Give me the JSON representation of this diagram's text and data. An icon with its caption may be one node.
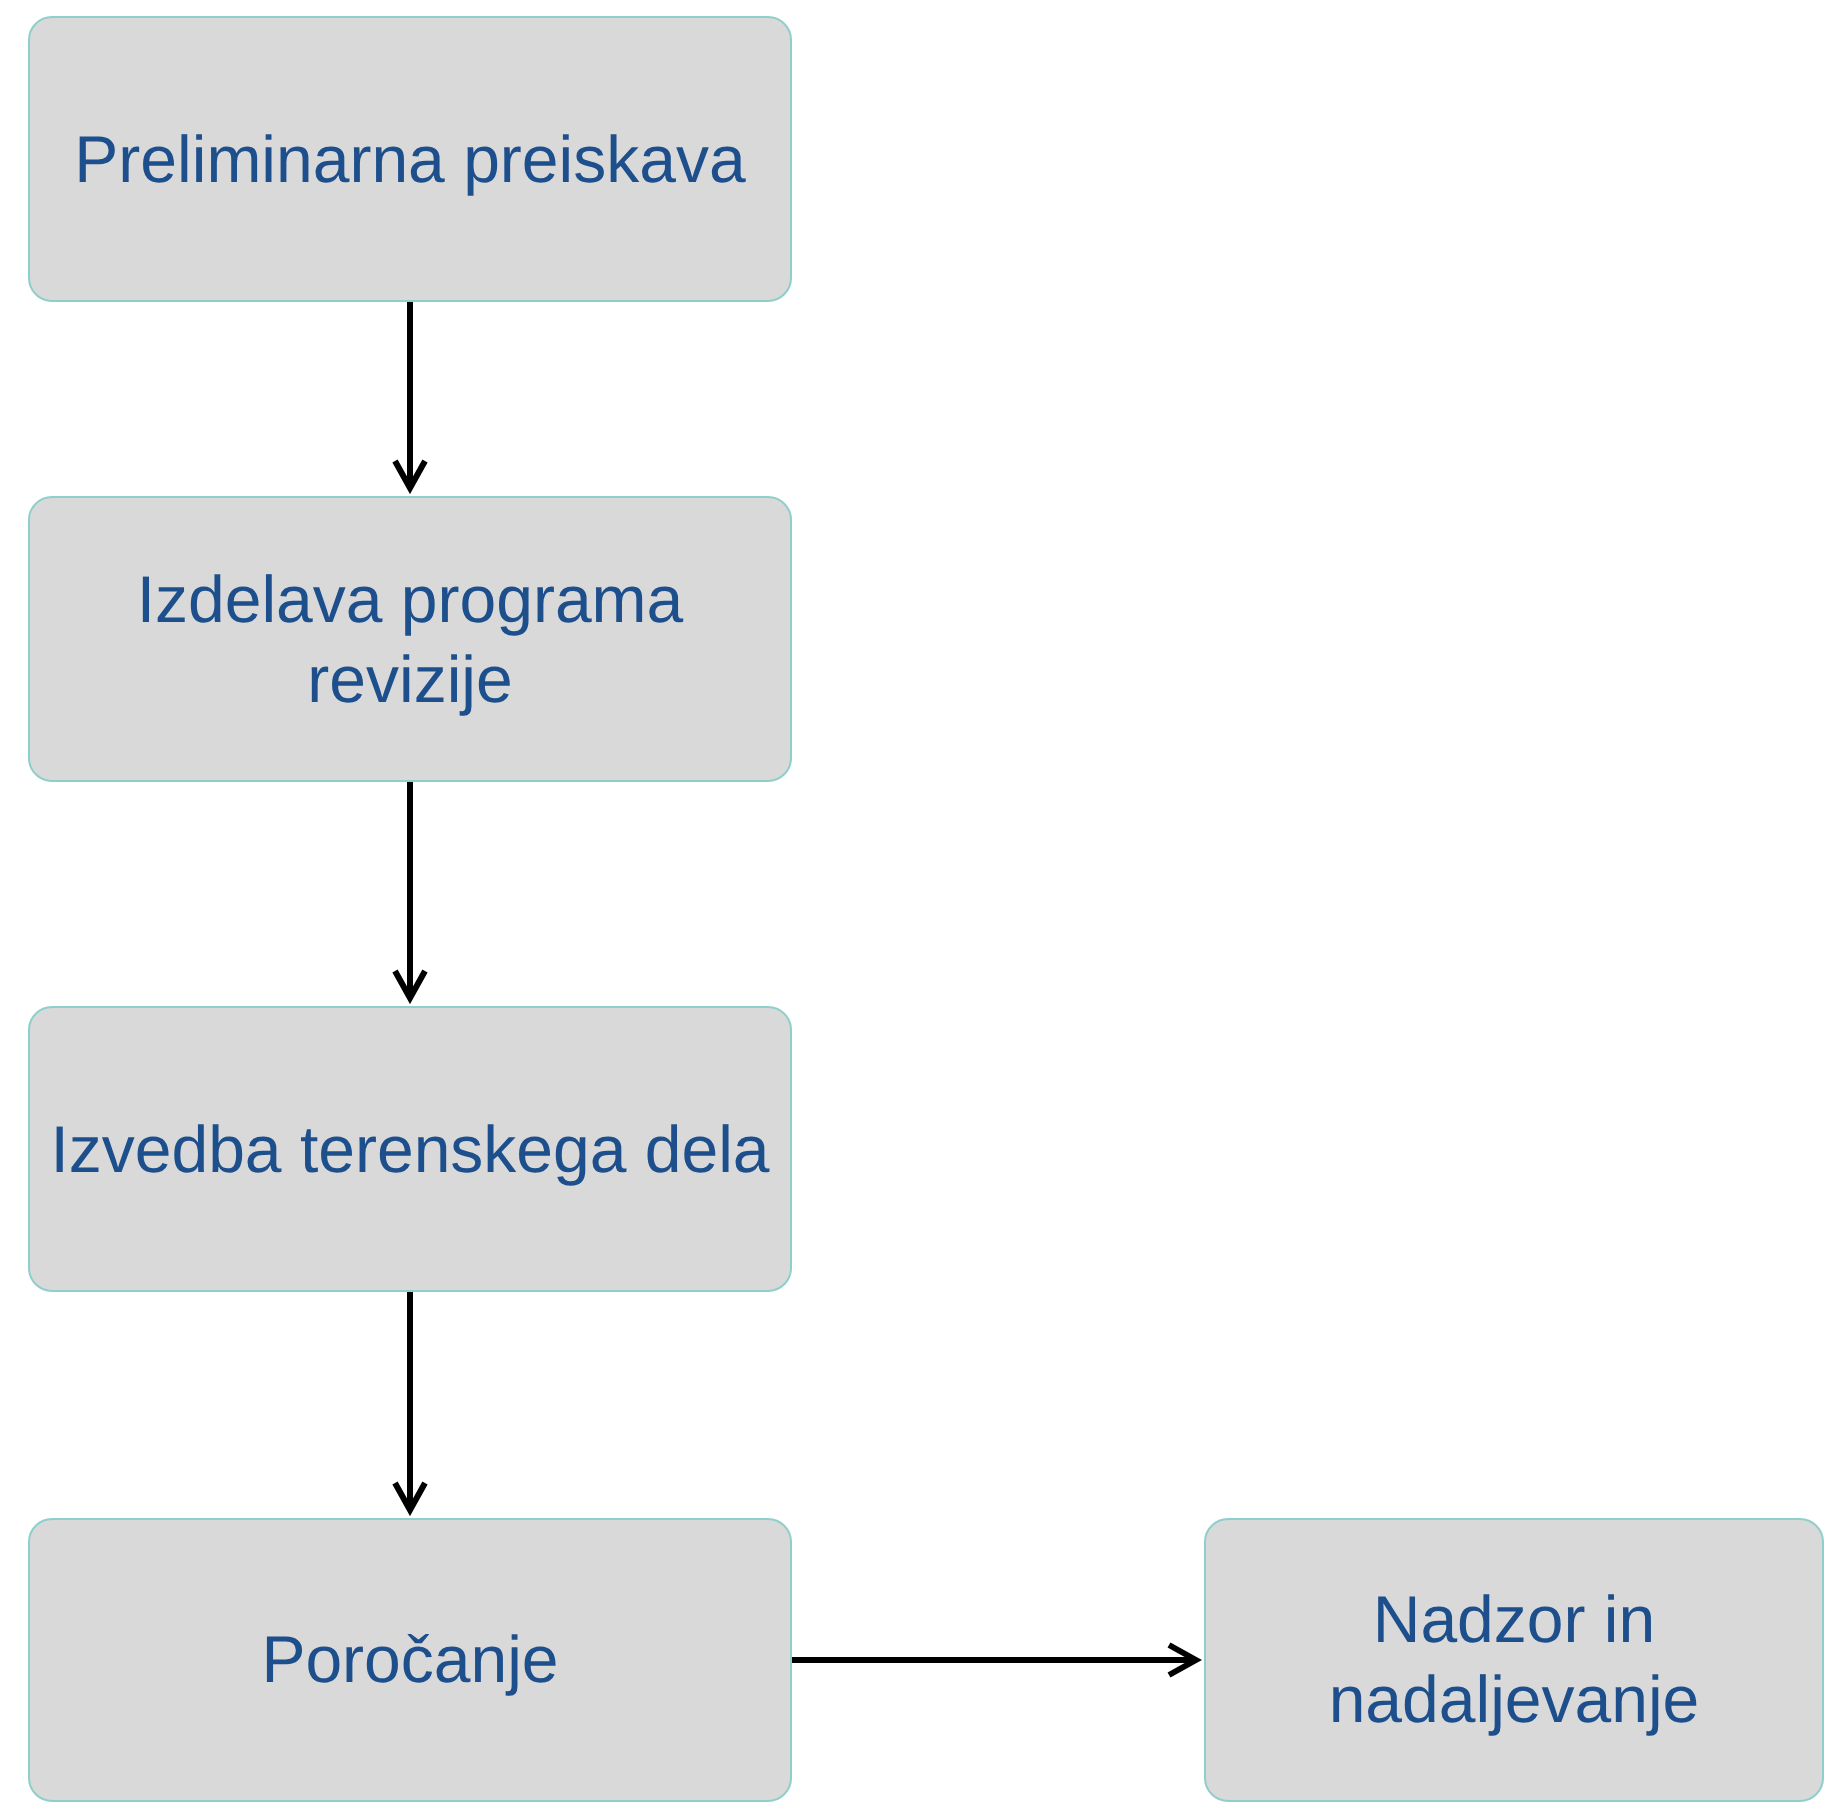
{
  "diagram": {
    "nodes": [
      {
        "text": [
          "Preliminarna preiskava"
        ]
      },
      {
        "text": [
          "Izdelava programa revizije"
        ]
      },
      {
        "text": [
          "Izvedba terenskega dela"
        ]
      },
      {
        "text": [
          "Poročanje"
        ]
      },
      {
        "text": [
          "Nadzor in nadaljevanje"
        ]
      }
    ],
    "edges": [
      {
        "from": 0,
        "to": 1,
        "arrow": "to"
      },
      {
        "from": 1,
        "to": 2,
        "arrow": "to"
      },
      {
        "from": 2,
        "to": 3,
        "arrow": "to"
      },
      {
        "from": 3,
        "to": 4,
        "arrow": "to"
      }
    ]
  }
}
